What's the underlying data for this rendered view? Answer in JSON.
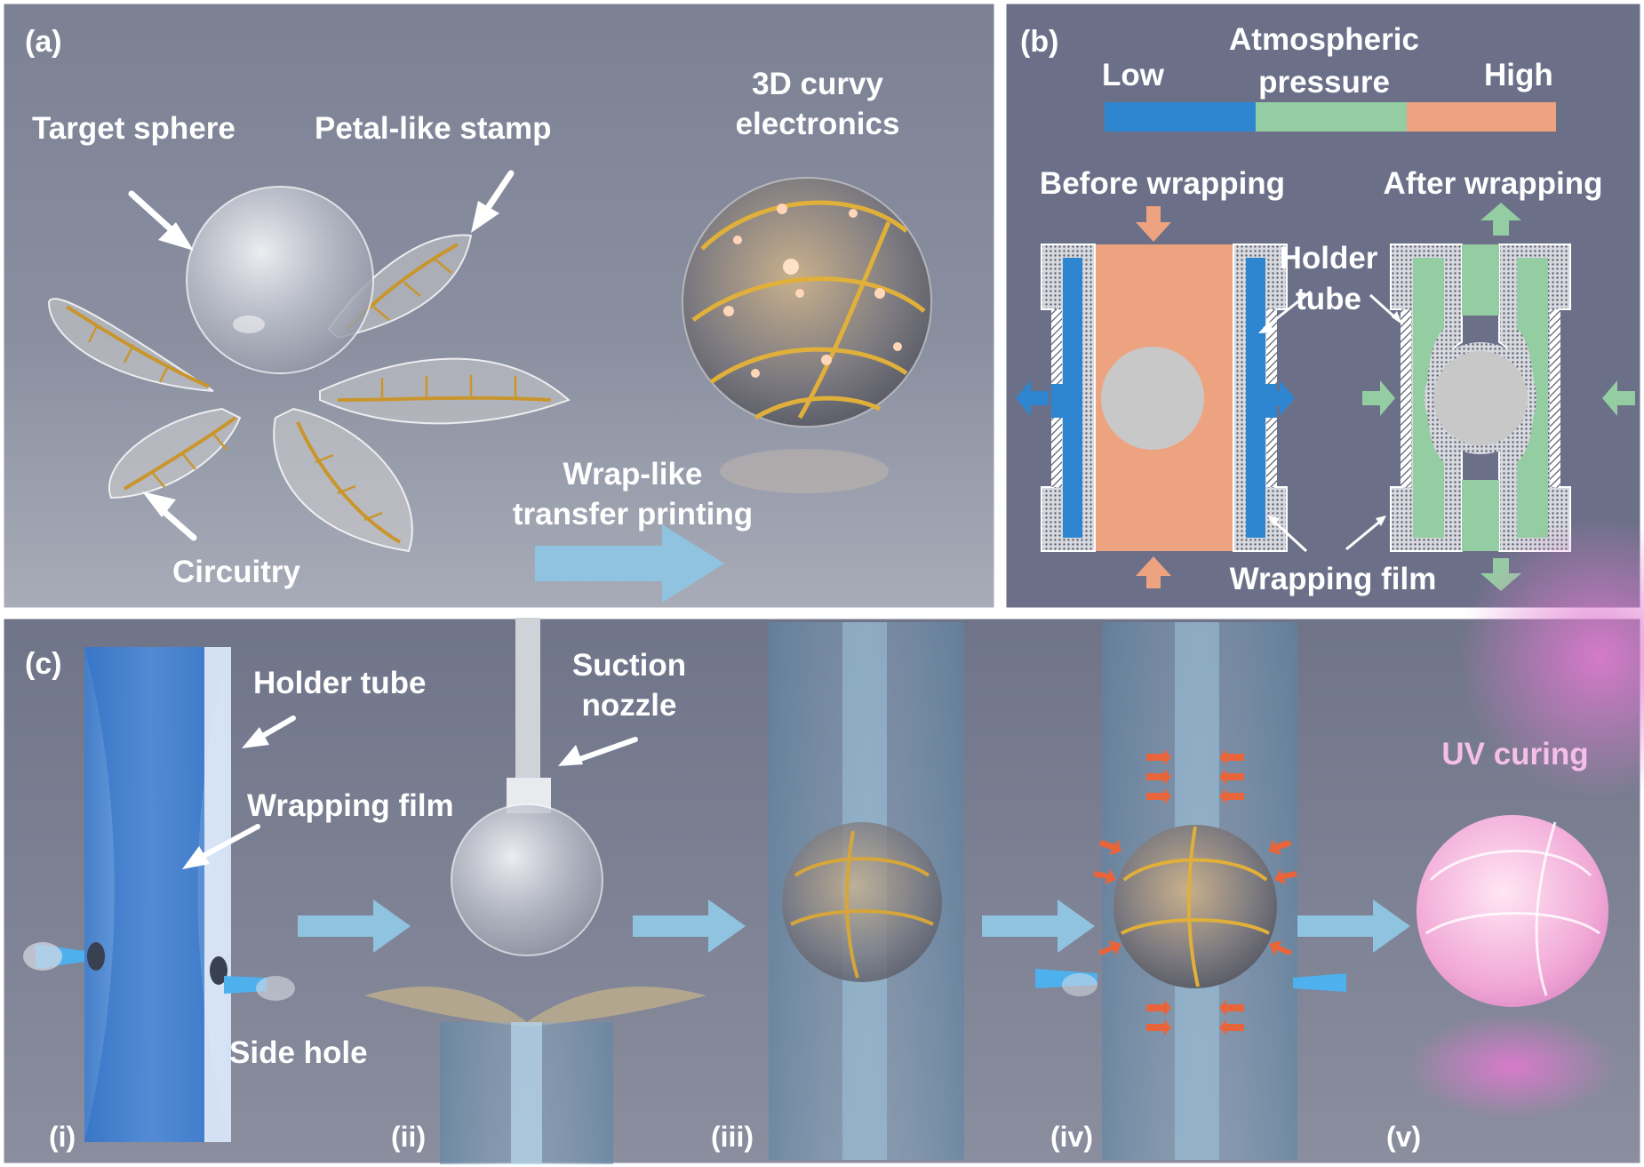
{
  "panel_a": {
    "tag": "(a)",
    "target_sphere": "Target sphere",
    "petal_stamp": "Petal-like stamp",
    "curvy_line1": "3D curvy",
    "curvy_line2": "electronics",
    "circuitry": "Circuitry",
    "wrap_line1": "Wrap-like",
    "wrap_line2": "transfer printing"
  },
  "panel_b": {
    "tag": "(b)",
    "legend_low": "Low",
    "legend_title1": "Atmospheric",
    "legend_title2": "pressure",
    "legend_high": "High",
    "before": "Before wrapping",
    "after": "After wrapping",
    "holder_line1": "Holder",
    "holder_line2": "tube",
    "wrapping_film": "Wrapping film"
  },
  "panel_c": {
    "tag": "(c)",
    "holder_tube": "Holder tube",
    "wrapping_film": "Wrapping film",
    "side_hole": "Side hole",
    "suction_line1": "Suction",
    "suction_line2": "nozzle",
    "uv_curing": "UV curing",
    "step_i": "(i)",
    "step_ii": "(ii)",
    "step_iii": "(iii)",
    "step_iv": "(iv)",
    "step_v": "(v)"
  },
  "colors": {
    "low": "#2e86d1",
    "mid": "#94cda1",
    "high": "#eda37f",
    "panel_bg": "#6f7489",
    "arrow_blue": "#8fc3e0"
  }
}
